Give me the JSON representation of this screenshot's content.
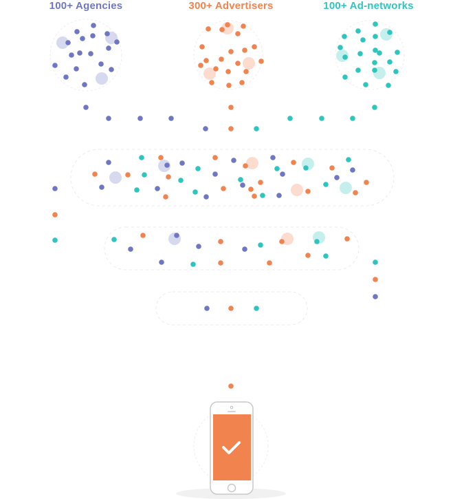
{
  "labels": {
    "agencies": "100+ Agencies",
    "advertisers": "300+ Advertisers",
    "adnetworks": "100+ Ad-networks"
  },
  "colors": {
    "agencies": "#6f77c4",
    "advertisers": "#f0834e",
    "adnetworks": "#2ec5be",
    "outline": "#e6e6e6",
    "phone_screen": "#f0834e"
  },
  "icons": [
    "check-icon",
    "smartphone-icon"
  ]
}
